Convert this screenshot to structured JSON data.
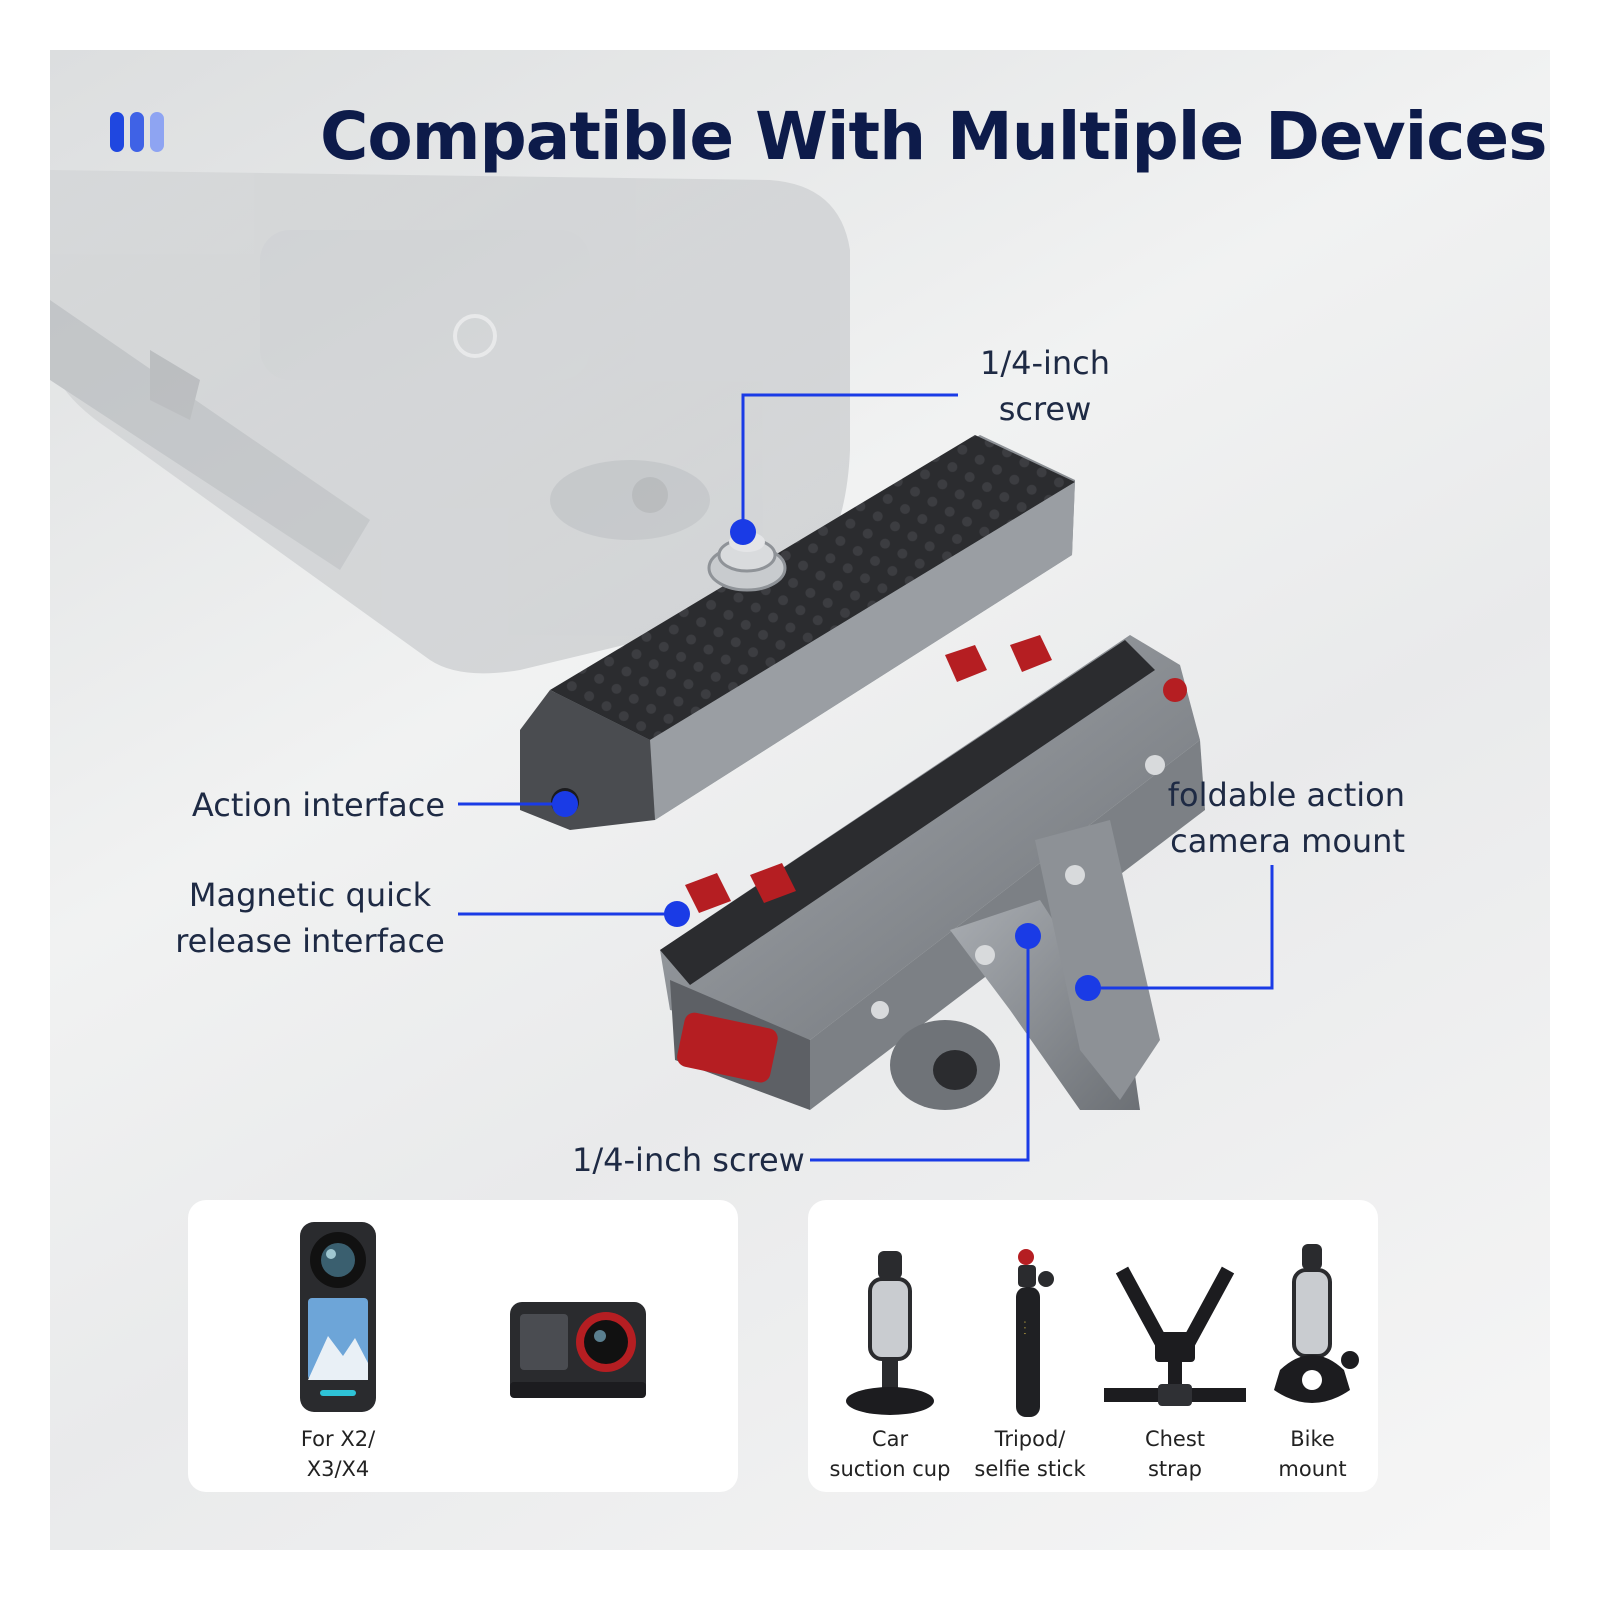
{
  "header": {
    "title": "Compatible With Multiple Devices"
  },
  "colors": {
    "title": "#0d1b4a",
    "accent": "#1a3be6",
    "brand_bar": "#1f47e0",
    "brand_bar_light": "#8ea4f2",
    "metal": "#8a8e93",
    "rubber": "#2a2b2e",
    "knob": "#b51e22"
  },
  "callouts": {
    "screw_top": {
      "line1": "1/4-inch",
      "line2": "screw"
    },
    "action_interface": "Action interface",
    "magnetic": {
      "line1": "Magnetic quick",
      "line2": "release interface"
    },
    "foldable": {
      "line1": "foldable action",
      "line2": "camera mount"
    },
    "screw_bottom": "1/4-inch screw"
  },
  "cameras_panel": {
    "items": [
      {
        "icon": "action-camera-x-icon",
        "caption": [
          "For X2/",
          "X3/X4"
        ]
      },
      {
        "icon": "action-camera-ace-icon",
        "caption": []
      }
    ]
  },
  "accessories_panel": {
    "items": [
      {
        "icon": "suction-cup-icon",
        "caption": [
          "Car",
          "suction cup"
        ]
      },
      {
        "icon": "tripod-icon",
        "caption": [
          "Tripod/",
          "selfie stick"
        ]
      },
      {
        "icon": "chest-strap-icon",
        "caption": [
          "Chest",
          "strap"
        ]
      },
      {
        "icon": "bike-mount-icon",
        "caption": [
          "Bike",
          "mount"
        ]
      }
    ]
  }
}
